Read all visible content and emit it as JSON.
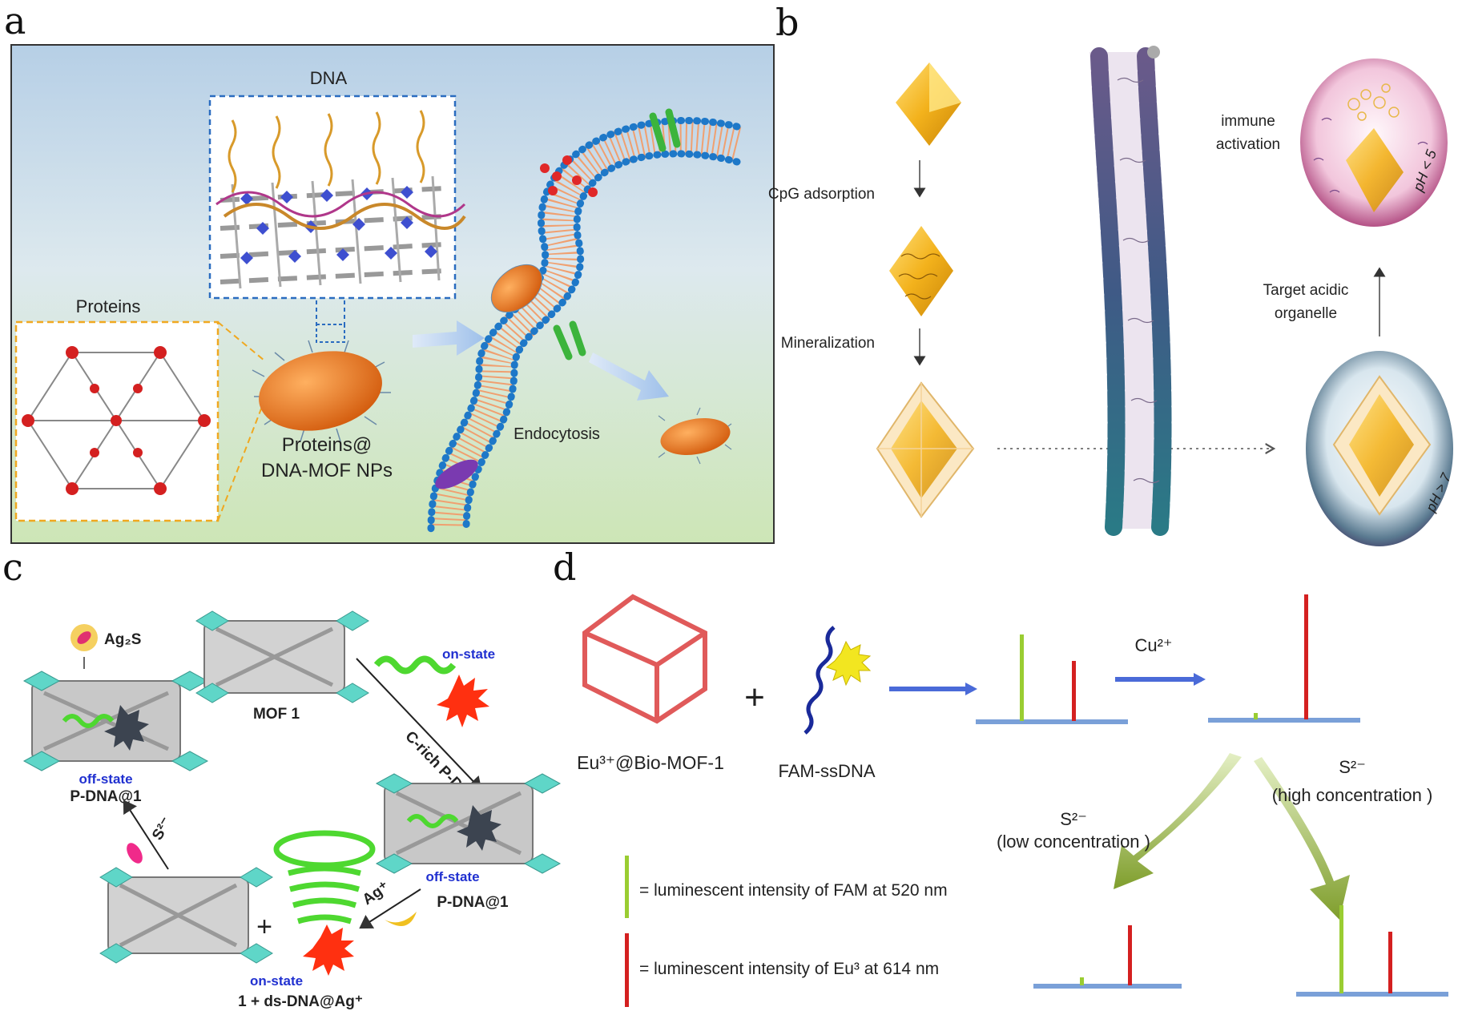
{
  "panels": {
    "a": {
      "label": "a",
      "dna": "DNA",
      "proteins": "Proteins",
      "np_line1": "Proteins@",
      "np_line2": "DNA-MOF NPs",
      "endocytosis": "Endocytosis"
    },
    "b": {
      "label": "b",
      "cpg": "CpG adsorption",
      "mineralization": "Mineralization",
      "immune_line1": "immune",
      "immune_line2": "activation",
      "target_line1": "Target acidic",
      "target_line2": "organelle",
      "ph_low": "pH < 5",
      "ph_high": "pH > 7"
    },
    "c": {
      "label": "c",
      "ag2s": "Ag₂S",
      "mof1": "MOF 1",
      "on_state": "on-state",
      "c_rich": "C-rich P-DNA",
      "off_state": "off-state",
      "pdna1": "P-DNA@1",
      "s2": "S²⁻",
      "ag_plus": "Ag⁺",
      "plus": "+",
      "ds_dna": "1 + ds-DNA@Ag⁺"
    },
    "d": {
      "label": "d",
      "mof": "Eu³⁺@Bio-MOF-1",
      "plus": "+",
      "fam": "FAM-ssDNA",
      "cu": "Cu²⁺",
      "s2_low": "S²⁻",
      "low_conc": "(low concentration )",
      "s2_high": "S²⁻",
      "high_conc": "(high concentration )",
      "legend_fam": "= luminescent intensity of FAM at 520 nm",
      "legend_eu": "= luminescent intensity of Eu³ at 614 nm"
    }
  },
  "colors": {
    "fam_bar": "#9acd32",
    "eu_bar": "#d42020",
    "nanoparticle": "#e8741c",
    "membrane_head": "#1e78c8",
    "arrow_green": "#8fae3c"
  }
}
